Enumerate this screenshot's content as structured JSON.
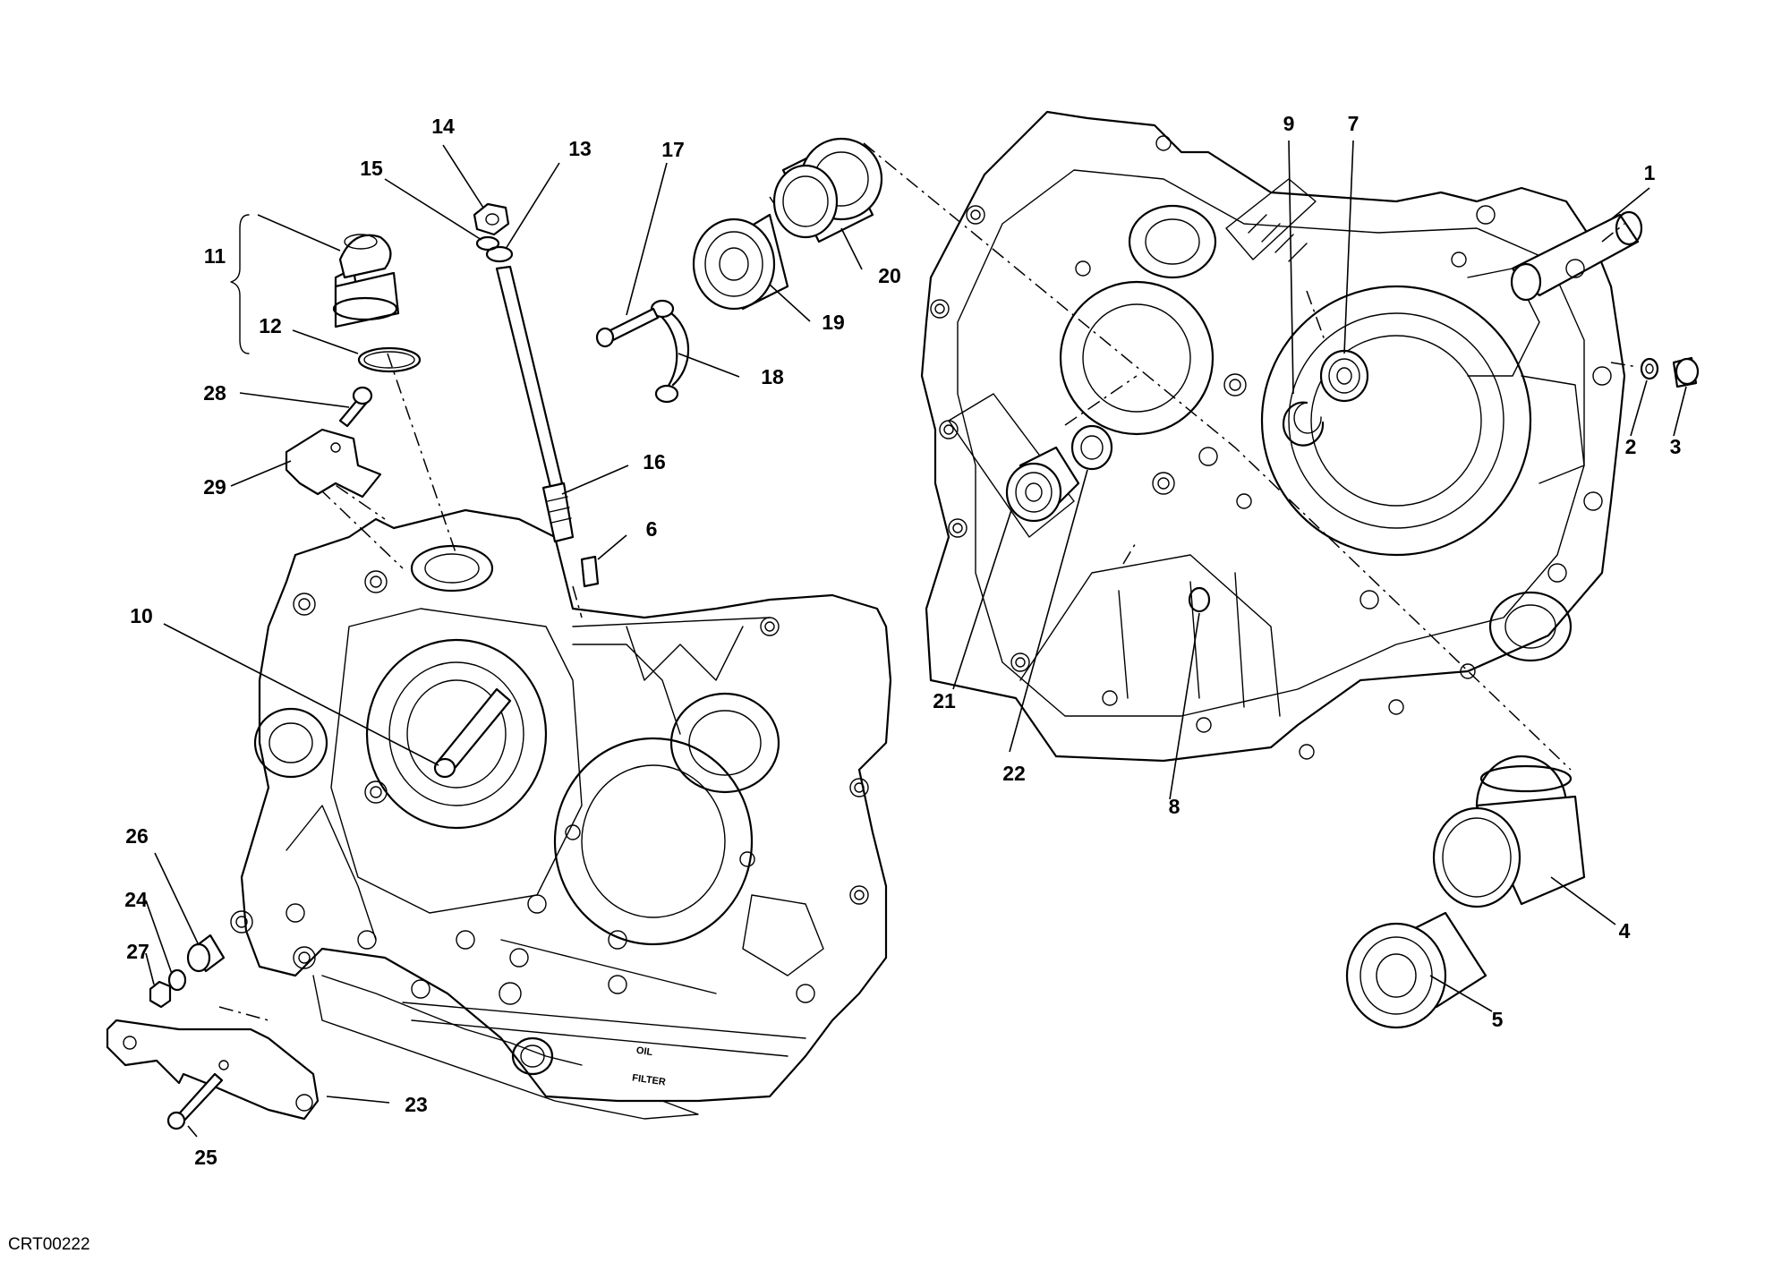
{
  "drawing_code": "CRT00222",
  "callouts": [
    "1",
    "2",
    "3",
    "4",
    "5",
    "6",
    "7",
    "8",
    "9",
    "10",
    "11",
    "12",
    "13",
    "14",
    "15",
    "16",
    "17",
    "18",
    "19",
    "20",
    "21",
    "22",
    "23",
    "24",
    "25",
    "26",
    "27",
    "28",
    "29"
  ],
  "housing_markings": {
    "oil": "OIL",
    "filter": "FILTER"
  }
}
